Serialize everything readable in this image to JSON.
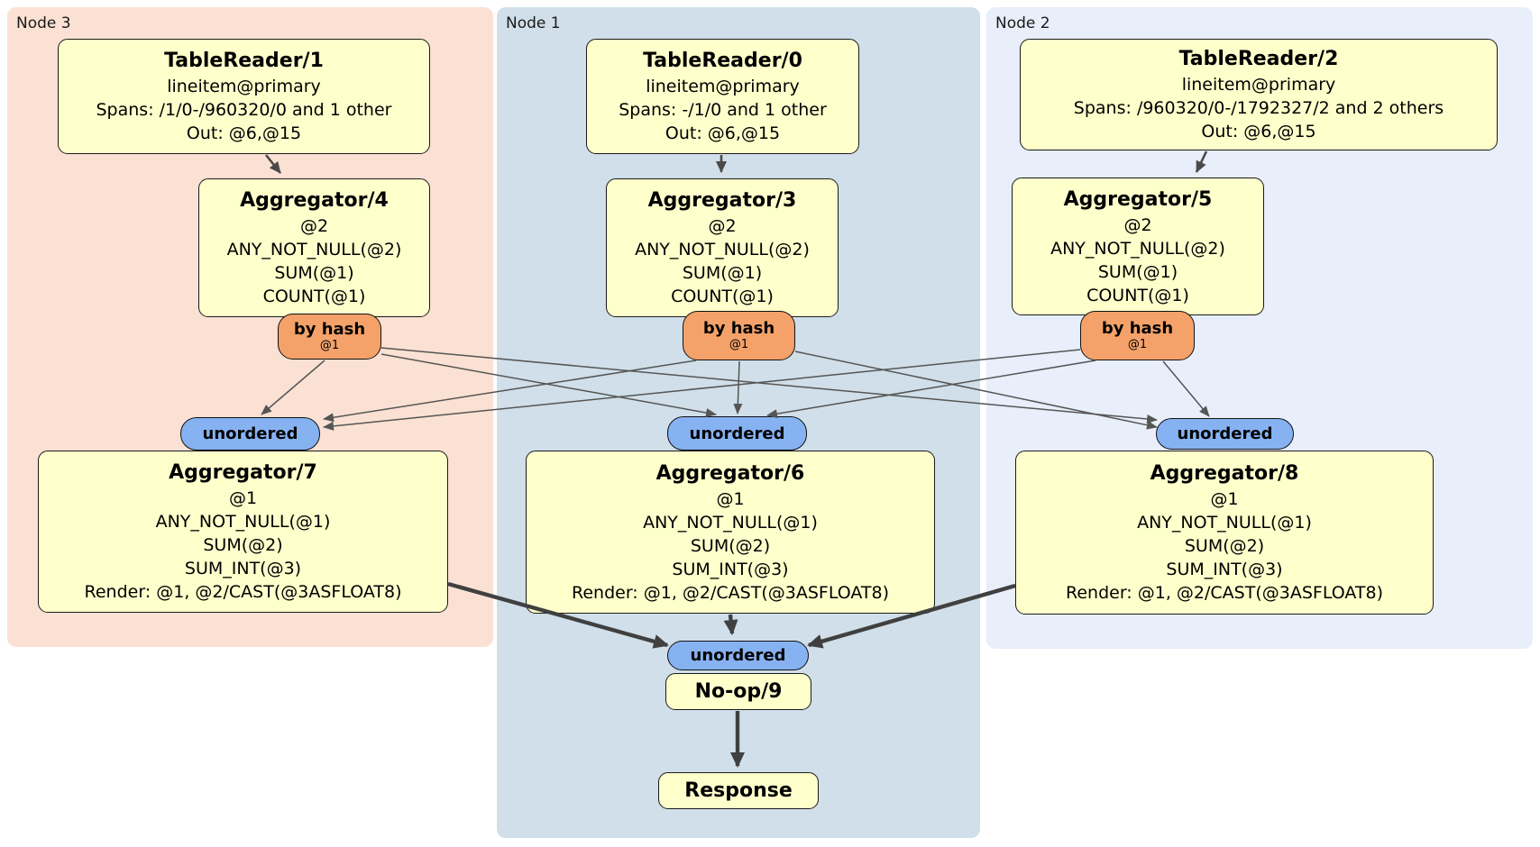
{
  "diagram": {
    "kind": "distributed-sql-plan",
    "regions": [
      {
        "label": "Node 3",
        "color": "#fbe1d3"
      },
      {
        "label": "Node 1",
        "color": "#d0dfe9"
      },
      {
        "label": "Node 2",
        "color": "#e8eefa"
      }
    ],
    "boxes": {
      "tr1": {
        "title": "TableReader/1",
        "lines": [
          "lineitem@primary",
          "Spans: /1/0-/960320/0 and 1 other",
          "Out: @6,@15"
        ]
      },
      "tr0": {
        "title": "TableReader/0",
        "lines": [
          "lineitem@primary",
          "Spans: -/1/0 and 1 other",
          "Out: @6,@15"
        ]
      },
      "tr2": {
        "title": "TableReader/2",
        "lines": [
          "lineitem@primary",
          "Spans: /960320/0-/1792327/2 and 2 others",
          "Out: @6,@15"
        ]
      },
      "agg4": {
        "title": "Aggregator/4",
        "lines": [
          "@2",
          "ANY_NOT_NULL(@2)",
          "SUM(@1)",
          "COUNT(@1)"
        ]
      },
      "agg3": {
        "title": "Aggregator/3",
        "lines": [
          "@2",
          "ANY_NOT_NULL(@2)",
          "SUM(@1)",
          "COUNT(@1)"
        ]
      },
      "agg5": {
        "title": "Aggregator/5",
        "lines": [
          "@2",
          "ANY_NOT_NULL(@2)",
          "SUM(@1)",
          "COUNT(@1)"
        ]
      },
      "agg7": {
        "title": "Aggregator/7",
        "lines": [
          "@1",
          "ANY_NOT_NULL(@1)",
          "SUM(@2)",
          "SUM_INT(@3)",
          "Render: @1, @2/CAST(@3ASFLOAT8)"
        ]
      },
      "agg6": {
        "title": "Aggregator/6",
        "lines": [
          "@1",
          "ANY_NOT_NULL(@1)",
          "SUM(@2)",
          "SUM_INT(@3)",
          "Render: @1, @2/CAST(@3ASFLOAT8)"
        ]
      },
      "agg8": {
        "title": "Aggregator/8",
        "lines": [
          "@1",
          "ANY_NOT_NULL(@1)",
          "SUM(@2)",
          "SUM_INT(@3)",
          "Render: @1, @2/CAST(@3ASFLOAT8)"
        ]
      },
      "noop": {
        "title": "No-op/9"
      },
      "response": {
        "title": "Response"
      }
    },
    "routers": [
      {
        "label": "by hash",
        "sub": "@1"
      },
      {
        "label": "by hash",
        "sub": "@1"
      },
      {
        "label": "by hash",
        "sub": "@1"
      }
    ],
    "syncs": [
      {
        "label": "unordered"
      },
      {
        "label": "unordered"
      },
      {
        "label": "unordered"
      },
      {
        "label": "unordered"
      }
    ],
    "colors": {
      "box_fill": "#ffffcc",
      "router_fill": "#f4a26a",
      "sync_fill": "#86b2f2",
      "edge_thin": "#555555",
      "edge_thick": "#404040",
      "border": "#000000"
    }
  }
}
